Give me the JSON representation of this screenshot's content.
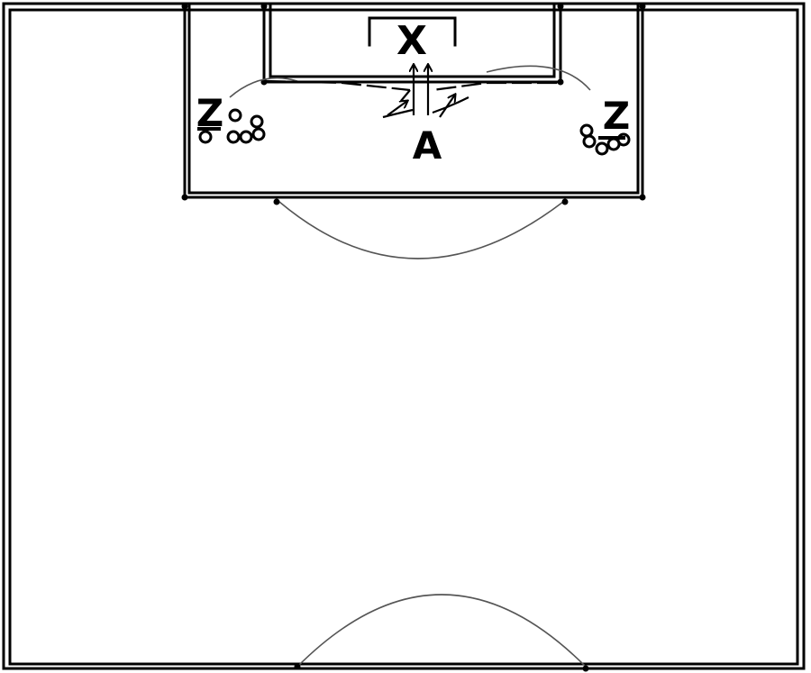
{
  "diagram": {
    "players": {
      "goalkeeper": "X",
      "attacker": "A",
      "left_server": "Z",
      "right_server": "Z"
    }
  }
}
